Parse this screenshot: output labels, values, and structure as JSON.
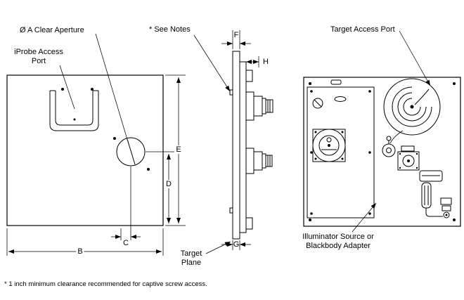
{
  "callouts": {
    "clear_aperture": "Ø A Clear Aperture",
    "iprobe_access_port": "iProbe Access\nPort",
    "see_notes": "* See Notes",
    "target_plane": "Target\nPlane",
    "target_access_port": "Target Access Port",
    "illuminator": "Illuminator Source or\nBlackbody Adapter"
  },
  "dimensions": {
    "B": "B",
    "C": "C",
    "D": "D",
    "E": "E",
    "F": "F",
    "G": "G",
    "H": "H"
  },
  "footnote": "* 1 inch minimum clearance recommended for captive screw access.",
  "colors": {
    "line": "#000000",
    "background": "#ffffff"
  }
}
